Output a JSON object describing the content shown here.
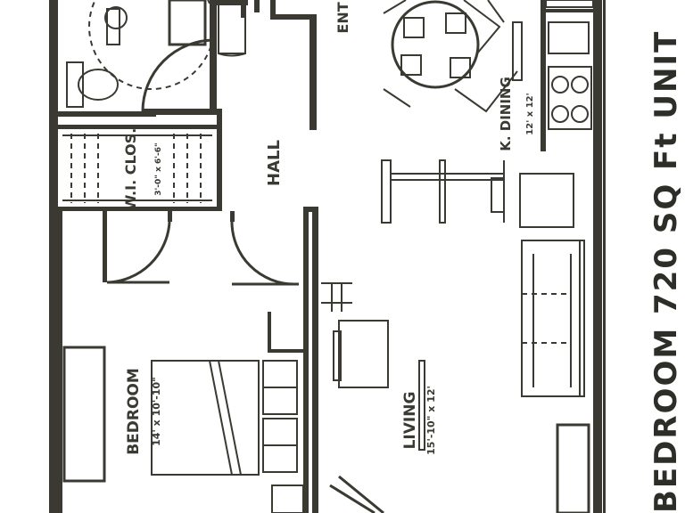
{
  "plan": {
    "title": "BEDROOM   720 SQ Ft UNIT",
    "rooms": {
      "hall": {
        "label": "HALL"
      },
      "wi_clos": {
        "label": "W.I. CLOS.",
        "dims": "3'-0\" x 6'-6\""
      },
      "bedroom": {
        "label": "BEDROOM",
        "dims": "14' x 10'-10\""
      },
      "living": {
        "label": "LIVING",
        "dims": "15'-10\" x 12'"
      },
      "kitchen_dining": {
        "label": "K. DINING",
        "dims": "12' x 12'"
      },
      "entry": {
        "label": "ENT"
      }
    },
    "colors": {
      "ink": "#3a3a32",
      "paper": "#ffffff"
    }
  }
}
